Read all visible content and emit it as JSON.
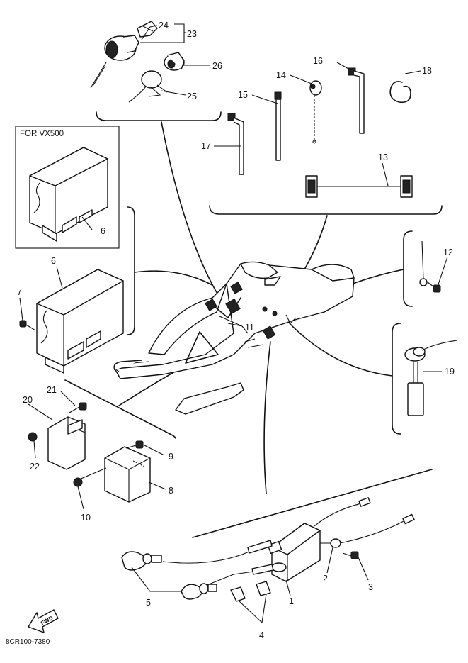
{
  "diagram": {
    "inset_title": "FOR VX500",
    "catalog_code": "8CR100-7380",
    "fwd_label": "FWD",
    "callouts": {
      "c1": "1",
      "c2": "2",
      "c3": "3",
      "c4": "4",
      "c5": "5",
      "c6a": "6",
      "c6b": "6",
      "c7": "7",
      "c8": "8",
      "c9": "9",
      "c10": "10",
      "c11": "11",
      "c12": "12",
      "c13": "13",
      "c14": "14",
      "c15": "15",
      "c16": "16",
      "c17": "17",
      "c18": "18",
      "c19": "19",
      "c20": "20",
      "c21": "21",
      "c22": "22",
      "c23": "23",
      "c24": "24",
      "c25": "25",
      "c26": "26"
    }
  }
}
